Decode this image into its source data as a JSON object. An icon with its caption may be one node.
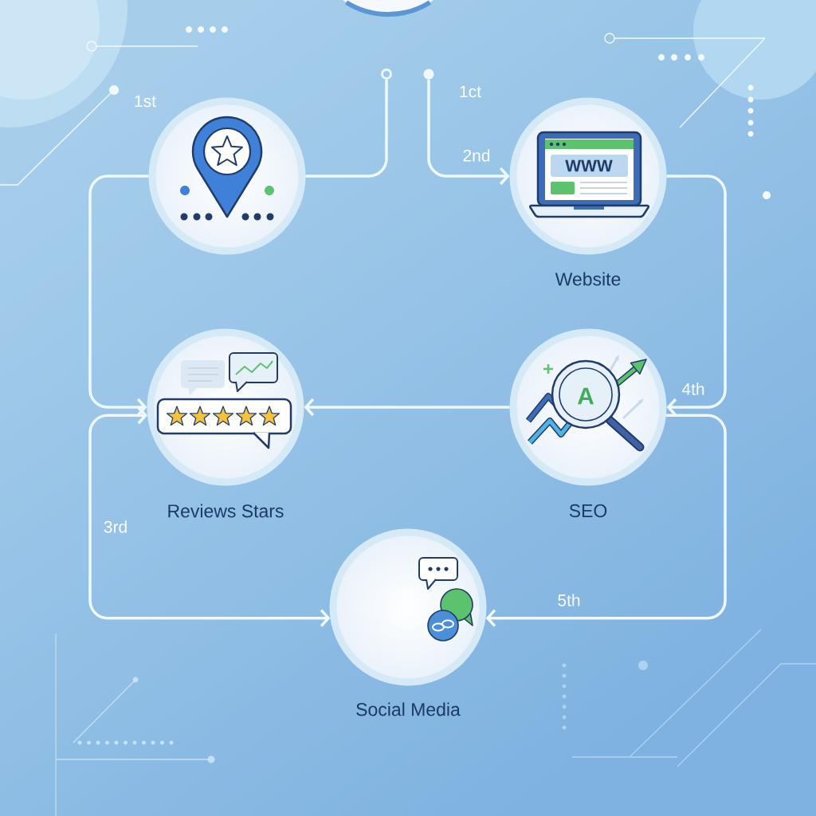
{
  "diagram": {
    "nodes": [
      {
        "text": [],
        "shape": "circle"
      },
      {
        "text": [],
        "shape": "circle"
      },
      {
        "text": [],
        "shape": "circle"
      },
      {
        "text": [],
        "shape": "circle"
      },
      {
        "text": [
          "Website"
        ]
      },
      {
        "text": [
          "Reviews Stars"
        ]
      },
      {
        "text": [
          "SEO"
        ]
      },
      {
        "text": [
          "Social Media"
        ]
      }
    ],
    "edges": [
      {
        "from": 1,
        "to": 3,
        "arrow": "none"
      },
      {
        "from": 2,
        "to": 4,
        "arrow": "to",
        "label": "2nd"
      },
      {
        "from": 3,
        "to": 5,
        "arrow": "to"
      },
      {
        "from": 4,
        "to": 6,
        "arrow": "to",
        "label": "4th"
      },
      {
        "from": 6,
        "to": 5,
        "arrow": "to"
      },
      {
        "from": 5,
        "to": 7,
        "arrow": "both",
        "label": "3rd"
      },
      {
        "from": 6,
        "to": 7,
        "arrow": "to",
        "label": "5th"
      }
    ],
    "labels": [
      "1st",
      "1ct",
      "WWW",
      "A"
    ]
  }
}
